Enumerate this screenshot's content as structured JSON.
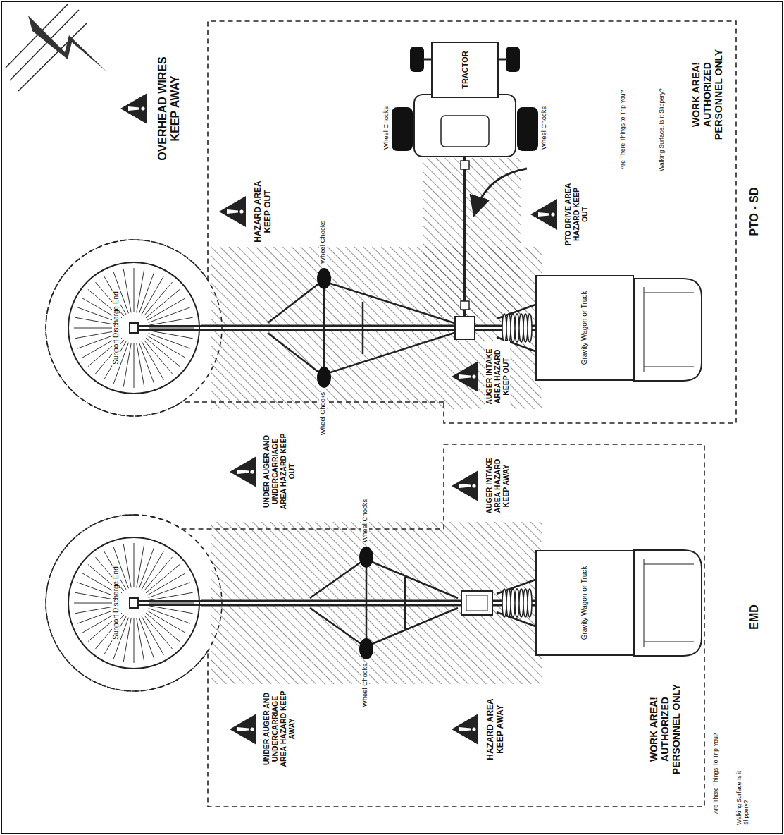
{
  "diagram": {
    "nodes": [
      {
        "text": [
          "WORK AREA! AUTHORIZED PERSONNEL ONLY"
        ]
      },
      {
        "text": [
          "Support Discharge End"
        ],
        "in": 0
      },
      {
        "text": [
          "Gravity Wagon or Truck"
        ],
        "in": 0
      },
      {
        "text": [
          "WORK AREA! AUTHORIZED PERSONNEL ONLY"
        ]
      },
      {
        "text": [
          "Support Discharge End"
        ],
        "in": 3
      },
      {
        "text": [
          "TRACTOR"
        ],
        "in": 3
      },
      {
        "text": [
          "Gravity Wagon or Truck"
        ],
        "in": 3
      }
    ],
    "edges": [
      {
        "from": 2,
        "to": 1,
        "arrow": "none"
      },
      {
        "from": 6,
        "to": 4,
        "arrow": "none"
      }
    ],
    "labels": [
      "UNDER AUGER AND UNDERCARRIAGE AREA HAZARD KEEP AWAY",
      "HAZARD AREA KEEP AWAY",
      "AUGER INTAKE AREA HAZARD KEEP AWAY",
      "Wheel Chocks",
      "Wheel Chocks",
      "Are There Things To Trip You?",
      "Walking Surface Is it Slippery?",
      "EMD",
      "OVERHEAD WIRES KEEP AWAY",
      "HAZARD AREA KEEP OUT",
      "UNDER AUGER AND UNDERCARRIAGE AREA HAZARD KEEP OUT",
      "AUGER INTAKE AREA HAZARD KEEP OUT",
      "PTO DRIVE AREA HAZARD KEEP OUT",
      "Wheel Chocks",
      "Wheel Chocks",
      "Wheel Chocks",
      "Wheel Chocks",
      "Are There Things to Trip You?",
      "Walking Surface. Is it Slippery?",
      "PTO - SD"
    ]
  }
}
